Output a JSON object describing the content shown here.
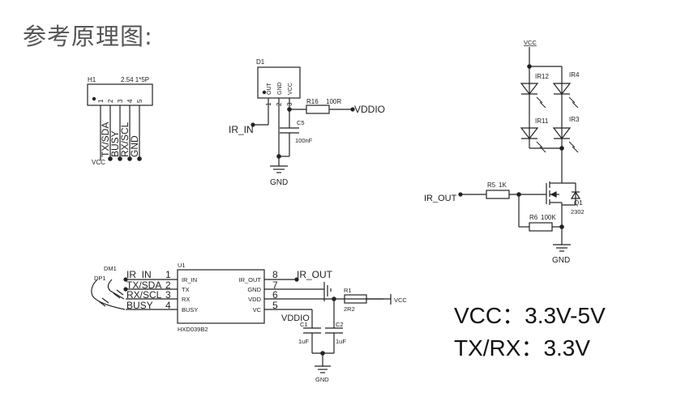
{
  "heading": "参考原理图:",
  "specs": {
    "vcc": "VCC：3.3V-5V",
    "txrx": "TX/RX：3.3V"
  },
  "header_h1": {
    "ref": "H1",
    "type": "2.54 1*5P",
    "pins": [
      "1",
      "2",
      "3",
      "4",
      "5"
    ],
    "nets": [
      "VCC",
      "TX/SDA",
      "BUSY",
      "RX/SCL",
      "GND"
    ]
  },
  "receiver_d1": {
    "ref": "D1",
    "pin_names": [
      "OUT",
      "GND",
      "VCC"
    ],
    "pins": [
      "1",
      "2",
      "3"
    ],
    "r16_ref": "R16",
    "r16_value": "100R",
    "c5_ref": "C5",
    "c5_value": "100nF",
    "net_in": "IR_IN",
    "net_vddio": "VDDIO",
    "net_gnd": "GND"
  },
  "led_driver": {
    "net_vcc": "VCC",
    "leds": [
      "IR12",
      "IR4",
      "IR11",
      "IR3"
    ],
    "r5_ref": "R5",
    "r5_value": "1K",
    "r6_ref": "R6",
    "r6_value": "100K",
    "q1_ref": "Q1",
    "q1_value": "2302",
    "net_in": "IR_OUT",
    "net_gnd": "GND"
  },
  "module_u1": {
    "ref": "U1",
    "part": "HXD039B2",
    "left_pins": [
      {
        "num": "1",
        "name": "IR_IN",
        "net": "IR_IN"
      },
      {
        "num": "2",
        "name": "TX",
        "net": "TX/SDA"
      },
      {
        "num": "3",
        "name": "RX",
        "net": "RX/SCL"
      },
      {
        "num": "4",
        "name": "BUSY",
        "net": "BUSY"
      }
    ],
    "right_pins": [
      {
        "num": "8",
        "name": "IR_OUT"
      },
      {
        "num": "7",
        "name": "GND"
      },
      {
        "num": "6",
        "name": "VDD"
      },
      {
        "num": "5",
        "name": "VC"
      }
    ],
    "dm1": "DM1",
    "dp1": "DP1",
    "net_ir_out": "IR_OUT",
    "net_vddio": "VDDIO",
    "r1_ref": "R1",
    "r1_value": "2R2",
    "net_vcc": "VCC",
    "c1_ref": "C1",
    "c1_value": "1uF",
    "c2_ref": "C2",
    "c2_value": "1uF",
    "net_gnd": "GND"
  }
}
